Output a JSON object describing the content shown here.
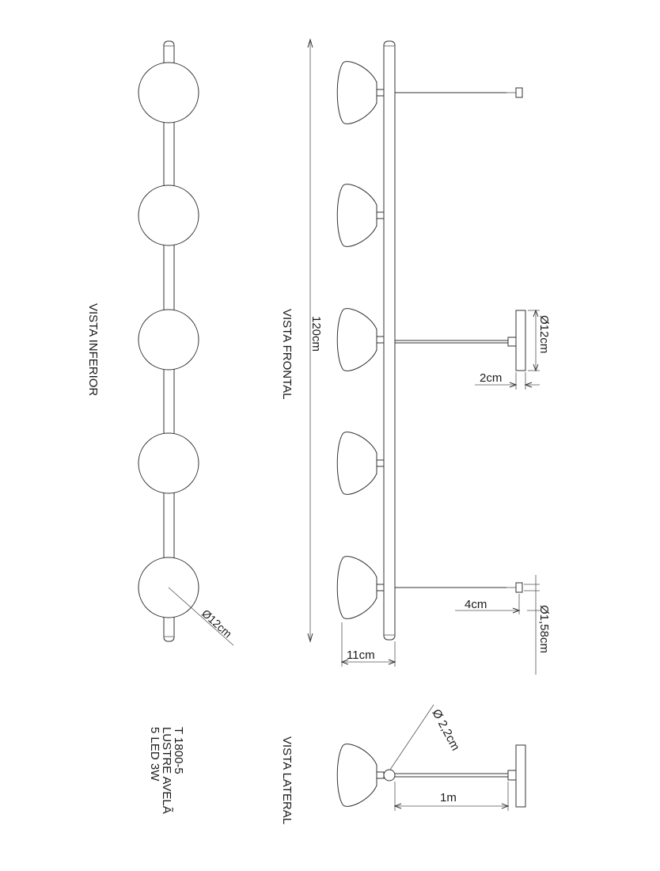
{
  "views": {
    "inferior": "VISTA INFERIOR",
    "frontal": "VISTA FRONTAL",
    "lateral": "VISTA LATERAL"
  },
  "dimensions": {
    "total_length": "120cm",
    "shade_diameter_inferior": "Ø12cm",
    "canopy_diameter": "Ø12cm",
    "canopy_depth": "2cm",
    "cable_offset": "4cm",
    "cable_diameter": "Ø1,58cm",
    "body_depth": "11cm",
    "joint_diameter": "Ø 2,2cm",
    "cable_length": "1m"
  },
  "product": {
    "code": "T 1800-5",
    "name": "LUSTRE AVELÃ",
    "spec": "5 LED 3W"
  }
}
